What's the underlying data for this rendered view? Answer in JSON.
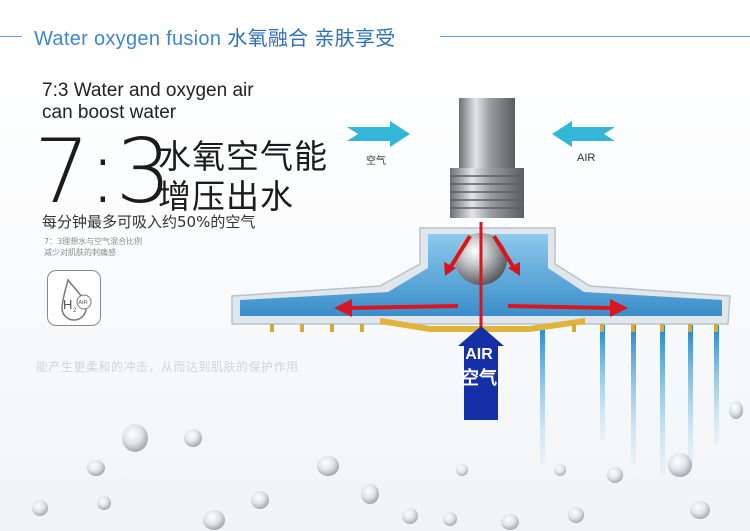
{
  "header": {
    "title_en": "Water oxygen fusion",
    "title_cn": "水氧融合 亲肤享受"
  },
  "intro": {
    "line1": "7:3 Water and oxygen air",
    "line2": "can boost water"
  },
  "ratio": {
    "big": "7:3",
    "cn_line1": "水氧空气能",
    "cn_line2": "增压出水"
  },
  "per_minute": "每分钟最多可吸入约50%的空气",
  "note": {
    "line1": "7：3理想水与空气混合比例",
    "line2": "减少对肌肤的刺痛感"
  },
  "icon": {
    "name": "h2-air-icon",
    "label": "H2AIR"
  },
  "faded_caption": "能产生更柔和的冲击，从而达到肌肤的保护作用",
  "diagram": {
    "left_air_label": "空气",
    "right_air_label": "AIR",
    "air_inlet_en": "AIR",
    "air_inlet_cn": "空气",
    "colors": {
      "accent_blue": "#3f86cf",
      "water_blue": "#1a86c9",
      "arrow_red": "#d8161d",
      "air_arrow": "#1530a6",
      "cyan_arrow": "#34b6d8"
    }
  }
}
